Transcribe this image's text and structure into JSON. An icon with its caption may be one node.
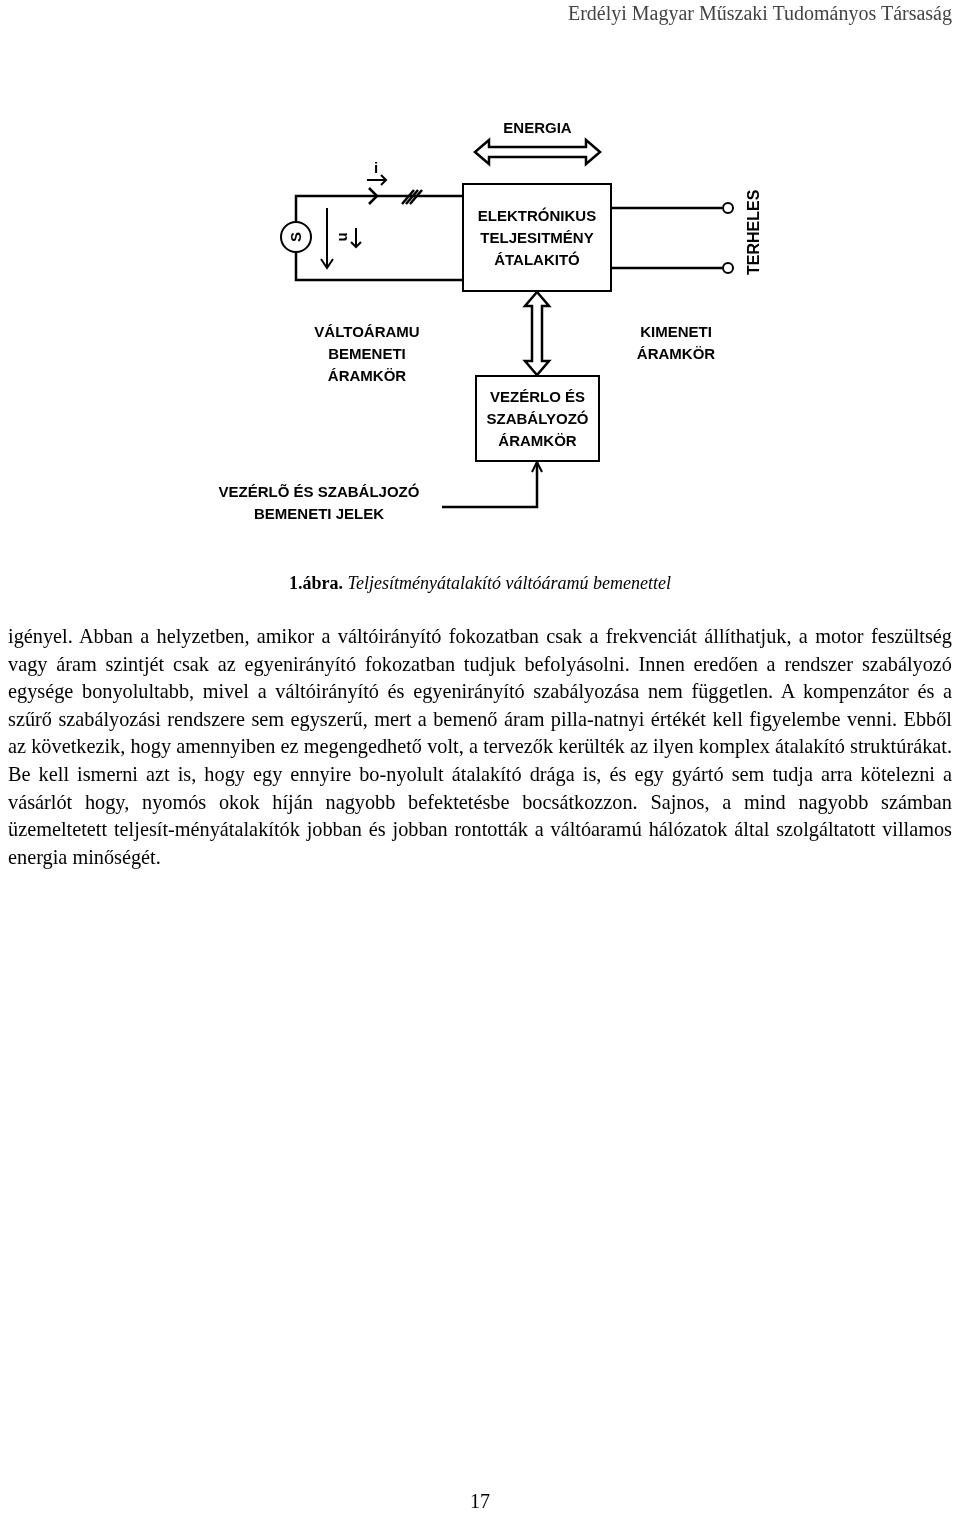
{
  "diagram": {
    "caption": "**1.ábra.** *Teljesítményátalakító váltóáramú bemenettel*",
    "nodes": [
      {
        "text": [
          "S"
        ]
      },
      {
        "text": [
          "ELEKTRÓNIKUS TELJESITMÉNY ÁTALAKITÓ"
        ]
      },
      {
        "text": [
          "VEZÉRLO ÉS SZABÁLYOZÓ ÁRAMKÖR"
        ]
      },
      {
        "text": [
          "VEZÉRLÕ ÉS SZABÁLJOZÓ BEMENETI JELEK"
        ]
      },
      {
        "text": [],
        "shape": "circle"
      },
      {
        "text": [],
        "shape": "circle"
      }
    ],
    "edges": [
      {
        "from": 0,
        "to": 1,
        "arrow": "to"
      },
      {
        "from": 0,
        "to": 1,
        "arrow": "none"
      },
      {
        "from": 1,
        "to": 4,
        "arrow": "none"
      },
      {
        "from": 1,
        "to": 5,
        "arrow": "none"
      },
      {
        "from": 1,
        "to": 2,
        "arrow": "both",
        "style": "thick"
      },
      {
        "from": 3,
        "to": 2,
        "arrow": "to"
      }
    ],
    "labels": [
      "Erdélyi Magyar Műszaki Tudományos Társaság",
      "ENERGIA",
      "i",
      "u",
      "TERHELES",
      "VÁLTOÁRAMU BEMENETI ÁRAMKÖR",
      "KIMENETI ÁRAMKÖR",
      "igényel. Abban a helyzetben, amikor a váltóirányító fokozatban csak a frekvenciát állíthatjuk, a motor feszültség vagy áram szintjét csak az egyenirányító fokozatban tudjuk befolyásolni. Innen eredően a rendszer szabályozó egysége bonyolultabb, mivel a váltóirányító és egyenirányító szabályozása nem független. A kompenzátor és a szűrő szabályozási rendszere sem egyszerű, mert a bemenő áram pilla-natnyi értékét kell figyelembe venni. Ebből az következik, hogy amennyiben ez megengedhető volt, a tervezők kerülték az ilyen komplex átalakító struktúrákat. Be kell ismerni azt is, hogy egy ennyire bo-nyolult átalakító drága is, és egy gyártó sem tudja arra kötelezni a vásárlót hogy, nyomós okok híján nagyobb befektetésbe bocsátkozzon. Sajnos, a mind nagyobb számban üzemeltetett teljesít-ményátalakítók jobban és jobban rontották a váltóaramú hálózatok által szolgáltatott villamos energia minőségét.",
      "17"
    ]
  }
}
